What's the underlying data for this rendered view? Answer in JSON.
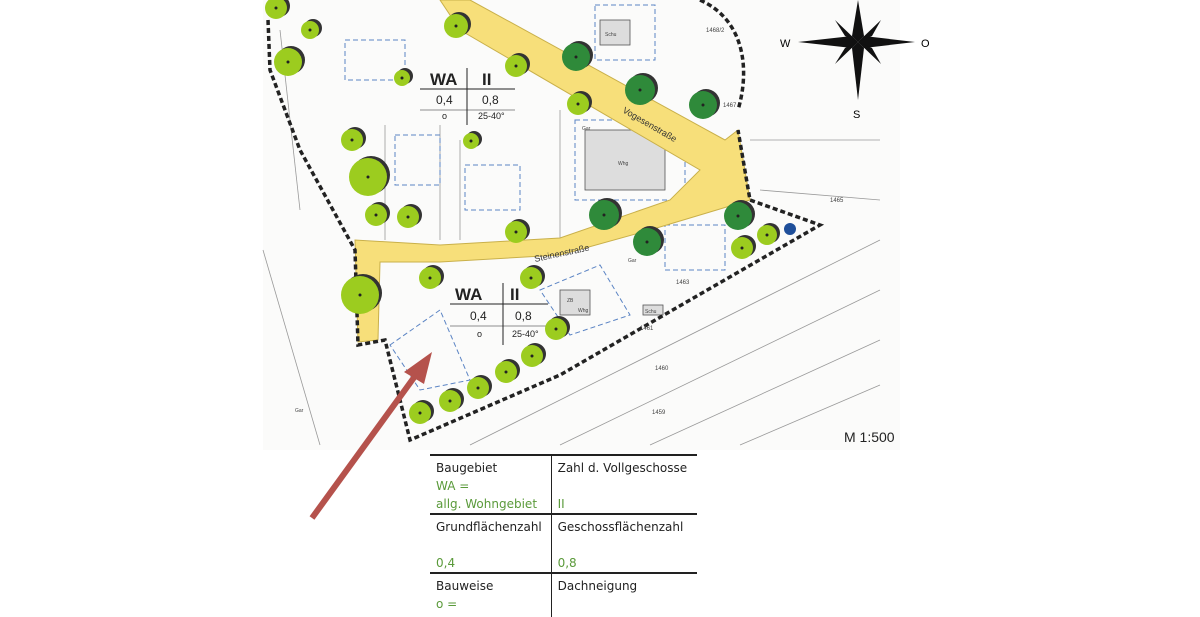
{
  "map": {
    "streets": [
      "Vogesenstraße",
      "Steinenstraße"
    ],
    "zones": [
      {
        "type": "WA",
        "floors": "II",
        "grz": "0,4",
        "gfz": "0,8",
        "bauweise": "o",
        "roof": "25-40°"
      },
      {
        "type": "WA",
        "floors": "II",
        "grz": "0,4",
        "gfz": "0,8",
        "bauweise": "o",
        "roof": "25-40°"
      }
    ],
    "parcels": [
      "1468/2",
      "1467",
      "1465",
      "1463",
      "1461",
      "1460",
      "1459"
    ],
    "buildings": [
      "Schu",
      "Gar",
      "Whg",
      "Gar",
      "ZB",
      "Whg",
      "Schu",
      "Gar"
    ],
    "scale": "M 1:500",
    "compass": {
      "west": "W",
      "east": "O",
      "south": "S"
    },
    "colors": {
      "road": "#f7df7a",
      "tree_light": "#9ccc1f",
      "tree_dark": "#2f8a3a",
      "arrow": "#b5524c",
      "boundary": "#222222"
    }
  },
  "legend": {
    "rows": [
      [
        {
          "label": "Baugebiet",
          "value_lines": [
            "WA =",
            "allg. Wohngebiet"
          ]
        },
        {
          "label": "Zahl d. Vollgeschosse",
          "value_lines": [
            "",
            "II"
          ]
        }
      ],
      [
        {
          "label": "Grundflächenzahl",
          "value_lines": [
            "",
            "0,4"
          ]
        },
        {
          "label": "Geschossflächenzahl",
          "value_lines": [
            "",
            "0,8"
          ]
        }
      ],
      [
        {
          "label": "Bauweise",
          "value_lines": [
            "o ="
          ]
        },
        {
          "label": "Dachneigung",
          "value_lines": []
        }
      ]
    ]
  }
}
